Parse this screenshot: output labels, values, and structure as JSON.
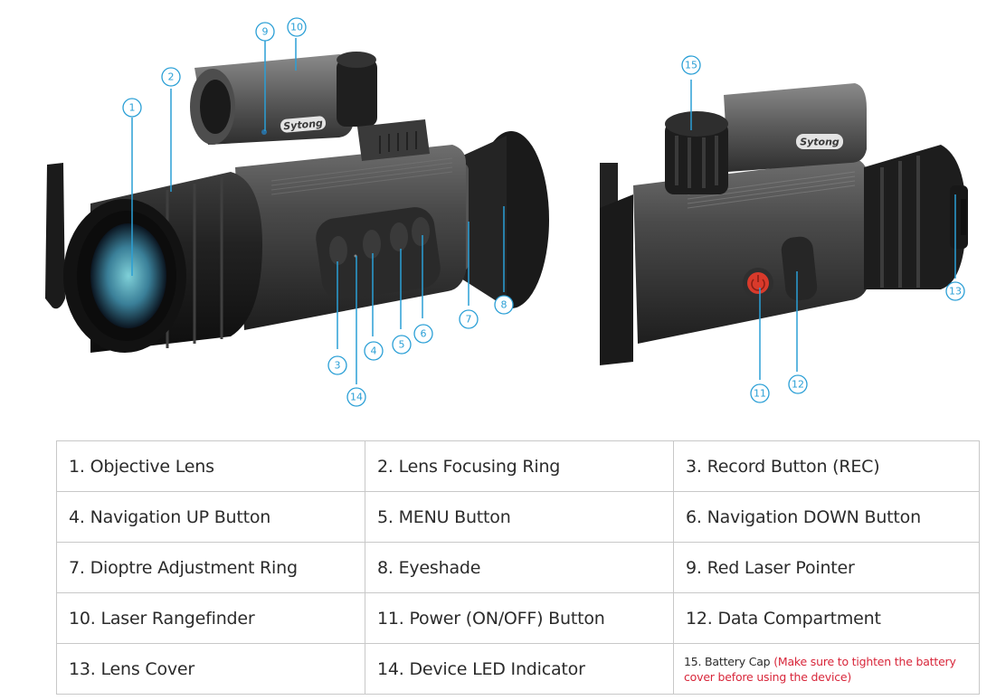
{
  "figure": {
    "brand_label": "Sytong",
    "callouts": [
      "1",
      "2",
      "3",
      "4",
      "5",
      "6",
      "7",
      "8",
      "9",
      "10",
      "11",
      "12",
      "13",
      "14",
      "15"
    ],
    "colors": {
      "callout": "#2a9fd6",
      "power_button": "#d93a2b",
      "warning_text": "#d8263a"
    }
  },
  "legend": {
    "rows": [
      [
        "1. Objective Lens",
        "2. Lens Focusing Ring",
        "3. Record Button (REC)"
      ],
      [
        "4. Navigation UP Button",
        "5. MENU Button",
        "6. Navigation DOWN Button"
      ],
      [
        "7. Dioptre Adjustment Ring",
        "8. Eyeshade",
        "9. Red Laser Pointer"
      ],
      [
        "10. Laser Rangefinder",
        "11. Power (ON/OFF) Button",
        "12. Data Compartment"
      ],
      [
        "13. Lens Cover",
        "14. Device LED Indicator",
        "15. Battery Cap"
      ]
    ],
    "battery_cap_note": "(Make sure to tighten the battery cover before using the device)"
  }
}
